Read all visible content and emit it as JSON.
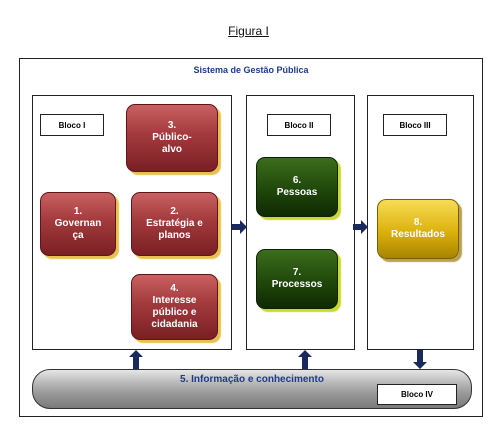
{
  "caption": "Figura I",
  "system_title": "Sistema de Gestão Pública",
  "blocks": {
    "b1": "Bloco I",
    "b2": "Bloco II",
    "b3": "Bloco III",
    "b4": "Bloco IV"
  },
  "boxes": {
    "governanca": [
      "1.",
      "Governan",
      "ça"
    ],
    "estrategia": [
      "2.",
      "Estratégia e",
      "planos"
    ],
    "publico": [
      "3.",
      "Público-",
      "alvo"
    ],
    "interesse": [
      "4.",
      "Interesse",
      "público e",
      "cidadania"
    ],
    "pessoas": [
      "6.",
      "Pessoas"
    ],
    "processos": [
      "7.",
      "Processos"
    ],
    "resultados": [
      "8.",
      "Resultados"
    ]
  },
  "bar_label": "5. Informação e conhecimento",
  "colors": {
    "title_blue": "#1f3a8c",
    "arrow_navy": "#1a2a5e",
    "red_box": "#a23a3d",
    "green_box": "#20470b",
    "yellow_box": "#dcb10c"
  }
}
